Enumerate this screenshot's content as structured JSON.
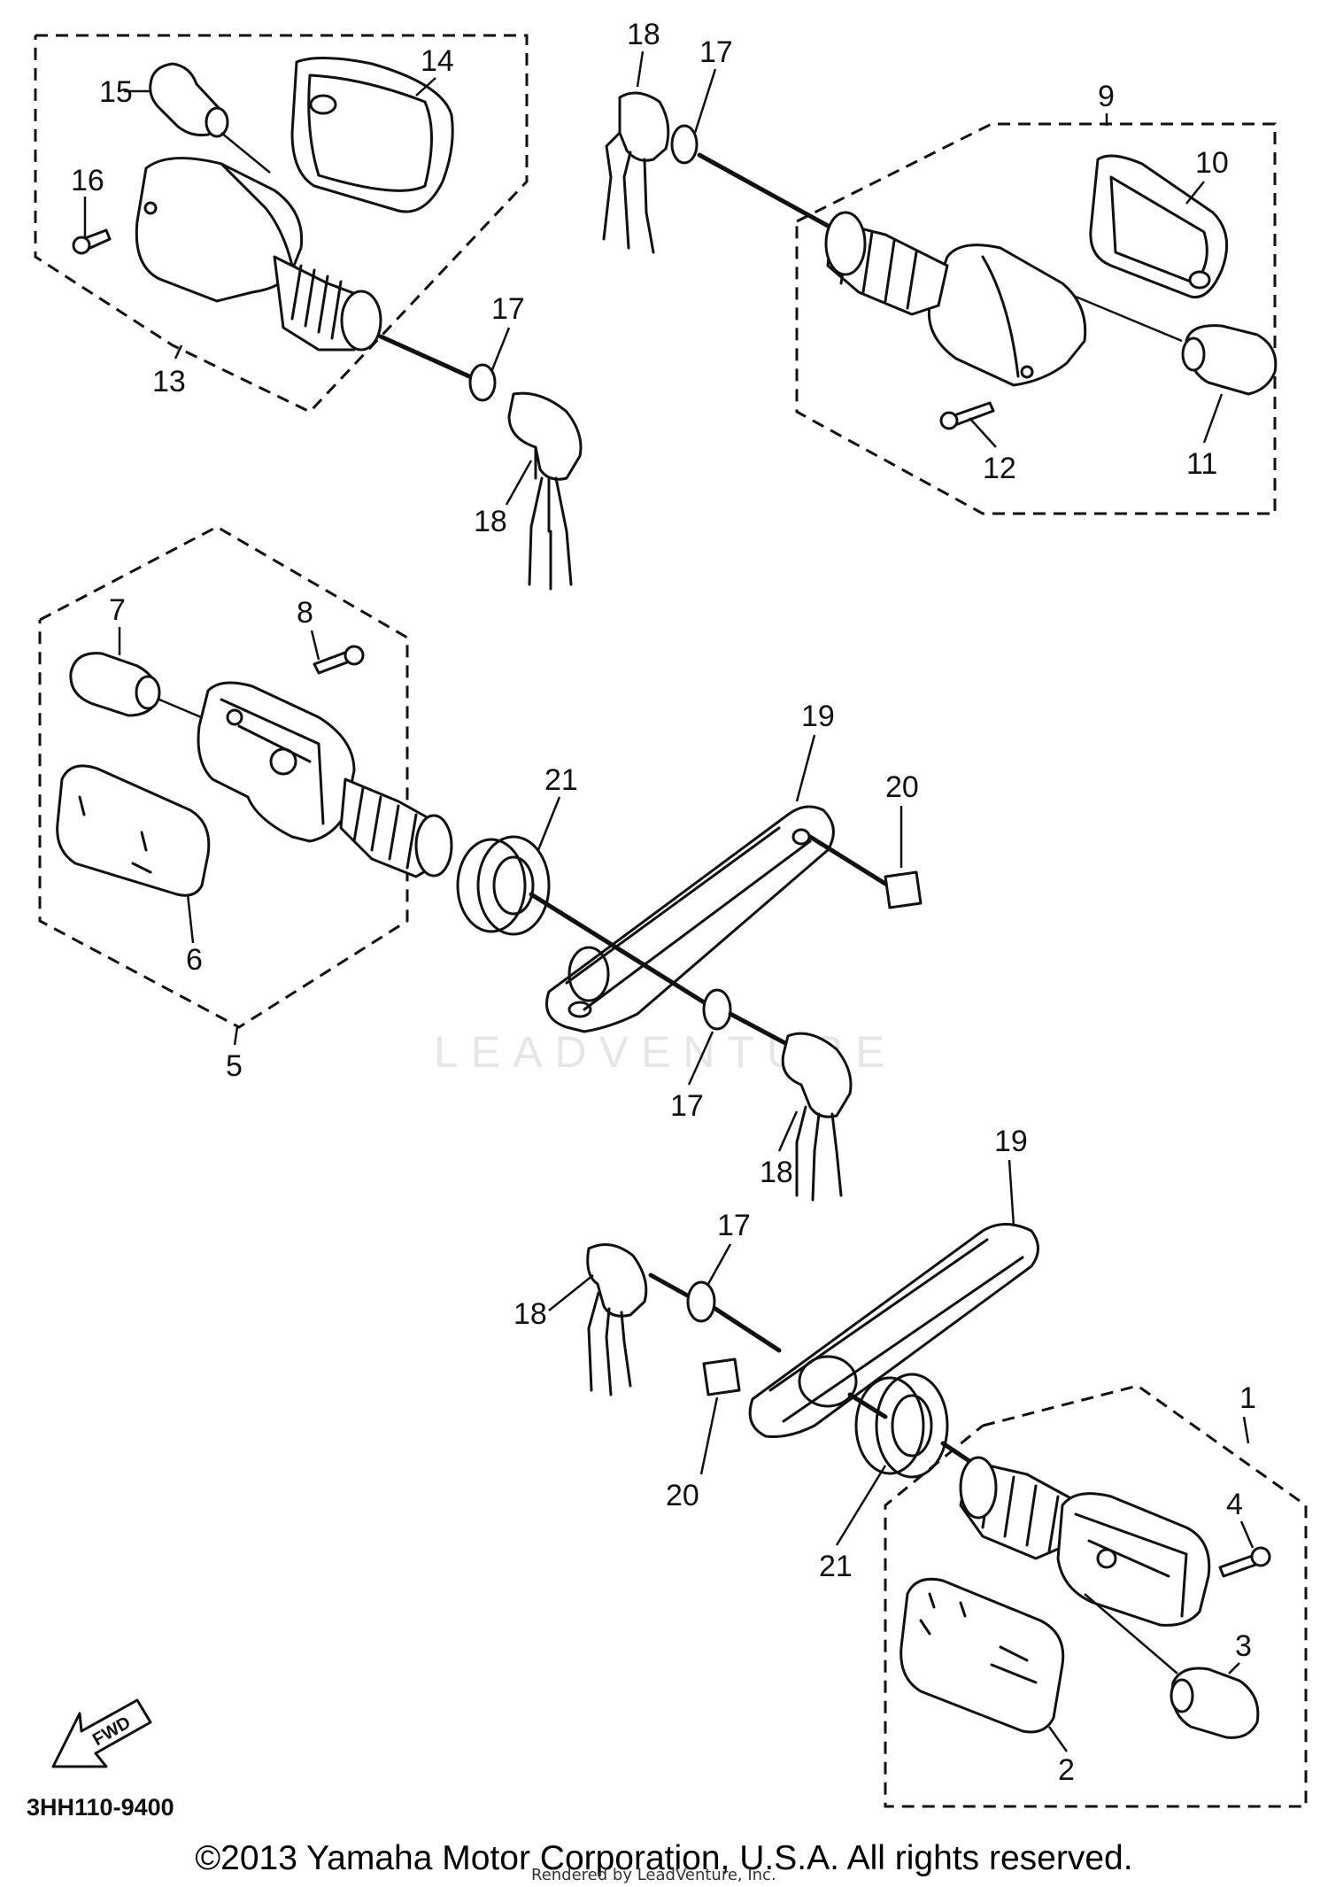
{
  "diagram": {
    "part_code": "3HH110-9400",
    "fwd_label": "FWD",
    "watermark": "LEADVENTURE",
    "callouts": {
      "c1": "1",
      "c2": "2",
      "c3": "3",
      "c4": "4",
      "c5": "5",
      "c6": "6",
      "c7": "7",
      "c8": "8",
      "c9": "9",
      "c10": "10",
      "c11": "11",
      "c12": "12",
      "c13": "13",
      "c14": "14",
      "c15": "15",
      "c16": "16",
      "c17": "17",
      "c18": "18",
      "c19": "19",
      "c20": "20",
      "c21": "21"
    }
  },
  "footer": {
    "copyright": "©2013 Yamaha Motor Corporation, U.S.A. All rights reserved.",
    "rendered_by": "Rendered by LeadVenture, Inc."
  }
}
